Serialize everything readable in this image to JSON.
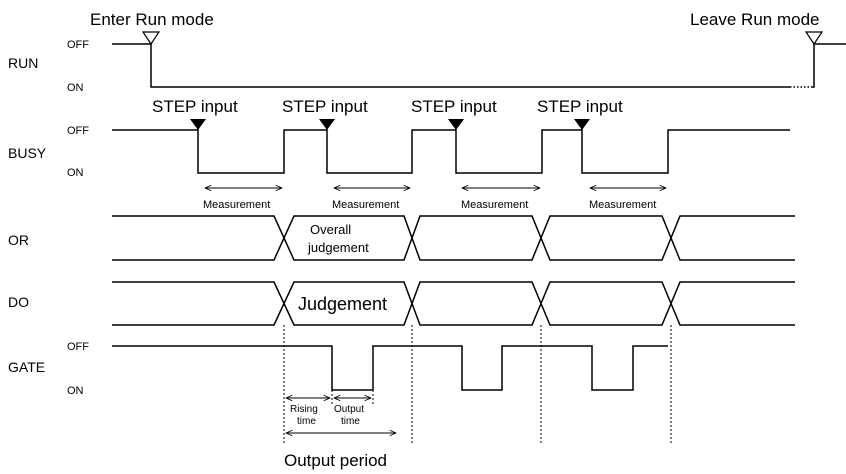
{
  "title": "",
  "events": {
    "enter_run": "Enter Run mode",
    "leave_run": "Leave Run mode"
  },
  "signals": {
    "run": "RUN",
    "busy": "BUSY",
    "or": "OR",
    "do": "DO",
    "gate": "GATE"
  },
  "states": {
    "off": "OFF",
    "on": "ON"
  },
  "step_input": "STEP input",
  "measurement": "Measurement",
  "overall_judgement": [
    "Overall",
    "judgement"
  ],
  "judgement": "Judgement",
  "rising_time": [
    "Rising",
    "time"
  ],
  "output_time": [
    "Output",
    "time"
  ],
  "output_period": "Output period"
}
